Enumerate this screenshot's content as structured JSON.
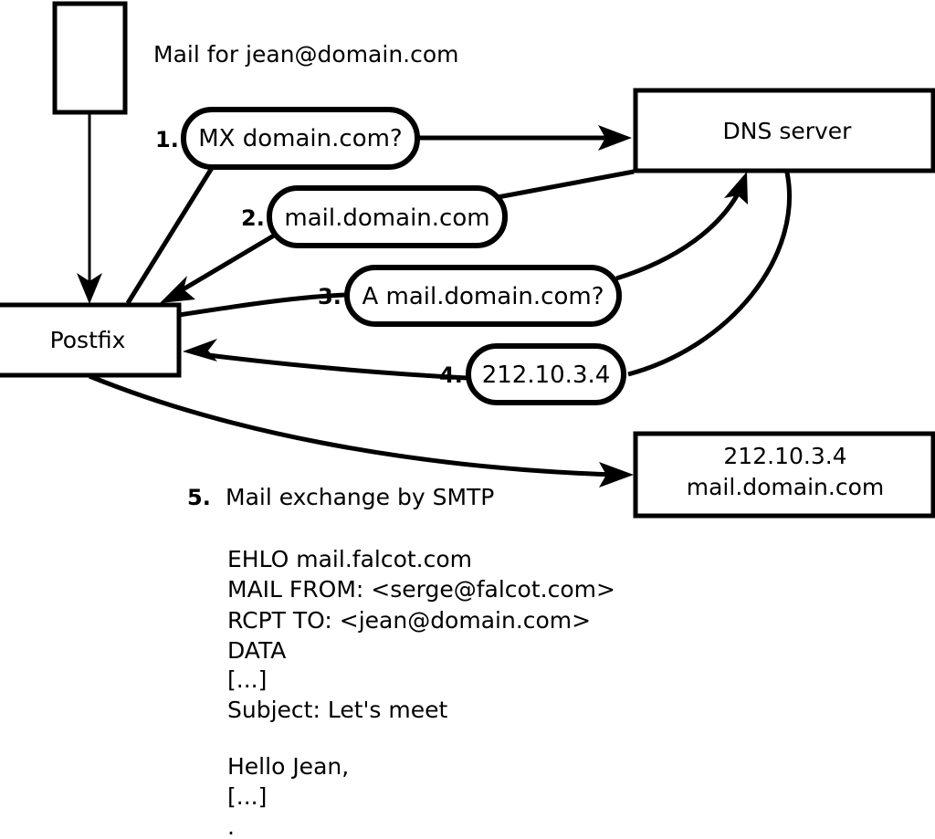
{
  "diagram": {
    "title_caption": "Mail for jean@domain.com",
    "nodes": [
      {
        "id": "mail-source",
        "label": "",
        "shape": "rect"
      },
      {
        "id": "postfix",
        "label": "Postfix",
        "shape": "rect"
      },
      {
        "id": "dns-server",
        "label": "DNS server",
        "shape": "rect"
      },
      {
        "id": "mail-server",
        "label_line1": "212.10.3.4",
        "label_line2": "mail.domain.com",
        "shape": "rect"
      }
    ],
    "steps": [
      {
        "number": "1.",
        "label": "MX domain.com?",
        "shape": "rounded"
      },
      {
        "number": "2.",
        "label": "mail.domain.com",
        "shape": "rounded"
      },
      {
        "number": "3.",
        "label": "A mail.domain.com?",
        "shape": "rounded"
      },
      {
        "number": "4.",
        "label": "212.10.3.4",
        "shape": "rounded"
      },
      {
        "number": "5.",
        "label": "Mail exchange by SMTP",
        "shape": "plain"
      }
    ],
    "transcript": [
      "EHLO mail.falcot.com",
      "MAIL FROM: <serge@falcot.com>",
      "RCPT TO: <jean@domain.com>",
      "DATA",
      "[...]",
      "Subject: Let's meet",
      "",
      "Hello Jean,",
      "[...]",
      "."
    ],
    "colors": {
      "stroke": "#000000",
      "fill": "#ffffff",
      "text": "#000000"
    }
  }
}
